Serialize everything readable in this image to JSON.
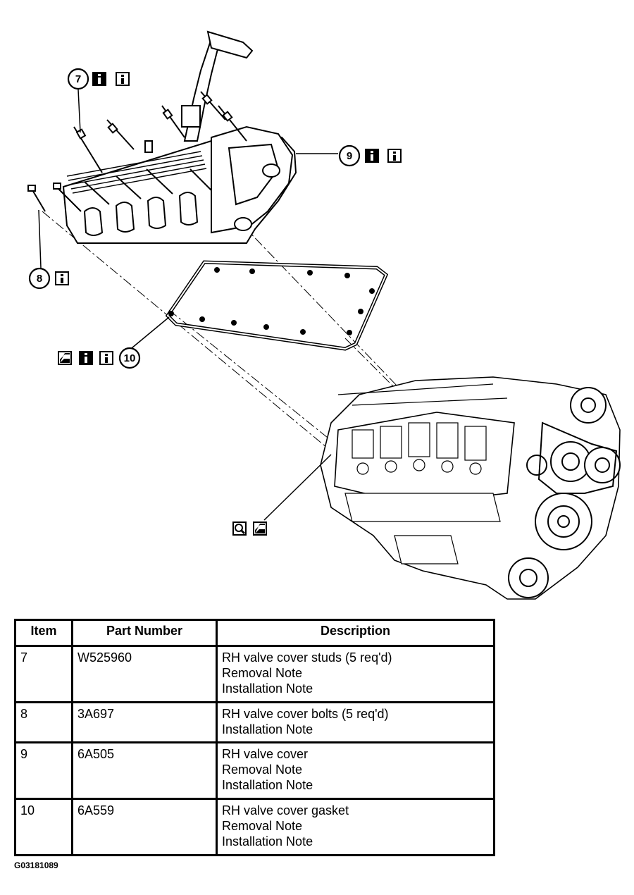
{
  "callouts": {
    "c7": "7",
    "c8": "8",
    "c9": "9",
    "c10": "10"
  },
  "table": {
    "headers": [
      "Item",
      "Part Number",
      "Description"
    ],
    "rows": [
      {
        "item": "7",
        "part": "W525960",
        "desc": [
          "RH valve cover studs (5 req'd)",
          "Removal Note",
          "Installation Note"
        ]
      },
      {
        "item": "8",
        "part": "3A697",
        "desc": [
          "RH valve cover bolts (5 req'd)",
          "Installation Note"
        ]
      },
      {
        "item": "9",
        "part": "6A505",
        "desc": [
          "RH valve cover",
          "Removal Note",
          "Installation Note"
        ]
      },
      {
        "item": "10",
        "part": "6A559",
        "desc": [
          "RH valve cover gasket",
          "Removal Note",
          "Installation Note"
        ]
      }
    ]
  },
  "figure_code": "G03181089",
  "icons": [
    "info-icon",
    "lubricant-icon",
    "zoom-icon"
  ]
}
